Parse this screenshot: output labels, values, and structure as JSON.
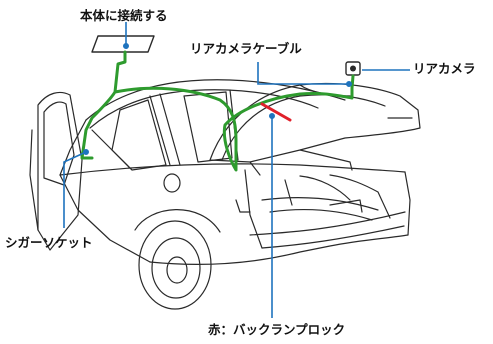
{
  "labels": {
    "mirror": "本体に接続する",
    "rear_camera_cable": "リアカメラケーブル",
    "rear_camera": "リアカメラ",
    "cigar_socket": "シガーソケット",
    "red_backlamp": "赤：バックランプロック"
  },
  "colors": {
    "outline": "#2a2a2a",
    "cable_green": "#2e9b2e",
    "callout_blue": "#1e73be",
    "wire_red": "#e0202a",
    "text": "#111111"
  },
  "icons": {
    "mirror": "rearview-mirror-icon",
    "camera": "rear-camera-icon"
  }
}
